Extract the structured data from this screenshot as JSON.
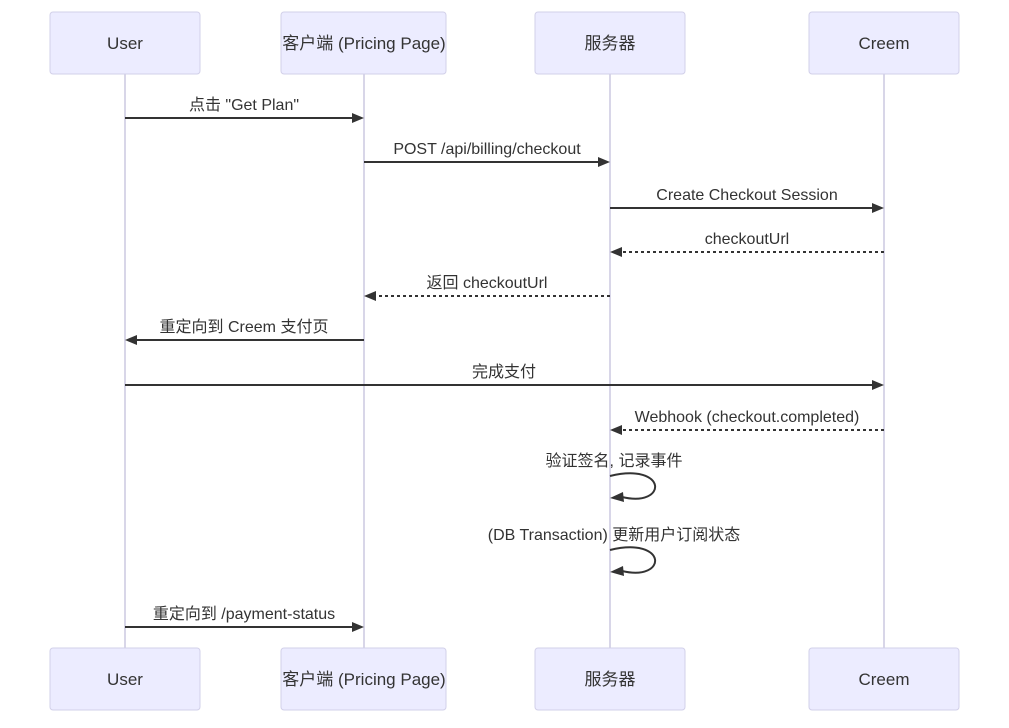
{
  "diagram": {
    "type": "sequence-diagram",
    "actors": [
      {
        "name": "User"
      },
      {
        "name": "客户端 (Pricing Page)"
      },
      {
        "name": "服务器"
      },
      {
        "name": "Creem"
      }
    ],
    "messages": [
      {
        "from": "User",
        "to": "客户端 (Pricing Page)",
        "label": "点击 \"Get Plan\"",
        "line_style": "solid",
        "direction": "right"
      },
      {
        "from": "客户端 (Pricing Page)",
        "to": "服务器",
        "label": "POST /api/billing/checkout",
        "line_style": "solid",
        "direction": "right"
      },
      {
        "from": "服务器",
        "to": "Creem",
        "label": "Create Checkout Session",
        "line_style": "solid",
        "direction": "right"
      },
      {
        "from": "Creem",
        "to": "服务器",
        "label": "checkoutUrl",
        "line_style": "dotted",
        "direction": "left"
      },
      {
        "from": "服务器",
        "to": "客户端 (Pricing Page)",
        "label": "返回 checkoutUrl",
        "line_style": "dotted",
        "direction": "left"
      },
      {
        "from": "客户端 (Pricing Page)",
        "to": "User",
        "label": "重定向到 Creem 支付页",
        "line_style": "solid",
        "direction": "left"
      },
      {
        "from": "User",
        "to": "Creem",
        "label": "完成支付",
        "line_style": "solid",
        "direction": "right"
      },
      {
        "from": "Creem",
        "to": "服务器",
        "label": "Webhook (checkout.completed)",
        "line_style": "dotted",
        "direction": "left"
      },
      {
        "from": "服务器",
        "to": "服务器",
        "label": "验证签名, 记录事件",
        "line_style": "self-loop",
        "direction": "self"
      },
      {
        "from": "服务器",
        "to": "服务器",
        "label": "(DB Transaction) 更新用户订阅状态",
        "line_style": "self-loop",
        "direction": "self"
      },
      {
        "from": "User",
        "to": "客户端 (Pricing Page)",
        "label": "重定向到 /payment-status",
        "line_style": "solid",
        "direction": "right"
      }
    ],
    "colors": {
      "background": "#FFFFFF",
      "actor_fill": "#ECECFF",
      "actor_border": "#D2D0E9",
      "lifeline": "#CCC9E0",
      "arrow": "#333333",
      "text": "#333333"
    }
  }
}
